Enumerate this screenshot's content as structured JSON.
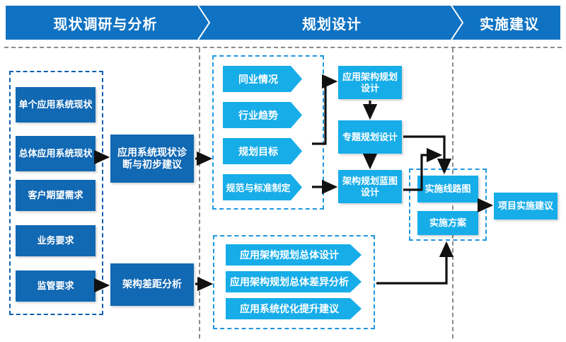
{
  "header": {
    "phases": [
      {
        "label": "现状调研与分析"
      },
      {
        "label": "规划设计"
      },
      {
        "label": "实施建议"
      }
    ]
  },
  "inputs_group": {
    "items": [
      {
        "label": "单个应用系统现状"
      },
      {
        "label": "总体应用系统现状"
      },
      {
        "label": "客户期望需求"
      },
      {
        "label": "业务要求"
      },
      {
        "label": "监管要求"
      }
    ]
  },
  "analysis": {
    "diagnosis": "应用系统现状诊断与初步建议",
    "gap": "架构差距分析"
  },
  "research_group": {
    "items": [
      {
        "label": "同业情况"
      },
      {
        "label": "行业趋势"
      },
      {
        "label": "规划目标"
      },
      {
        "label": "规范与标准制定"
      }
    ]
  },
  "design_chain": {
    "items": [
      {
        "label": "应用架构规划设计"
      },
      {
        "label": "专题规划设计"
      },
      {
        "label": "架构规划蓝图设计"
      }
    ]
  },
  "overall_group": {
    "items": [
      {
        "label": "应用架构规划总体设计"
      },
      {
        "label": "应用架构规划总体差异分析"
      },
      {
        "label": "应用系统优化提升建议"
      }
    ]
  },
  "implementation_group": {
    "items": [
      {
        "label": "实施线路图"
      },
      {
        "label": "实施方案"
      }
    ]
  },
  "result": {
    "label": "项目实施建议"
  },
  "colors": {
    "header_blue": "#0f72c2",
    "navy": "#1168b3",
    "cyan": "#16ade9",
    "dashed_blue": "#1f97e0",
    "dashed_gray": "#8c8c8c",
    "connector": "#111111"
  }
}
